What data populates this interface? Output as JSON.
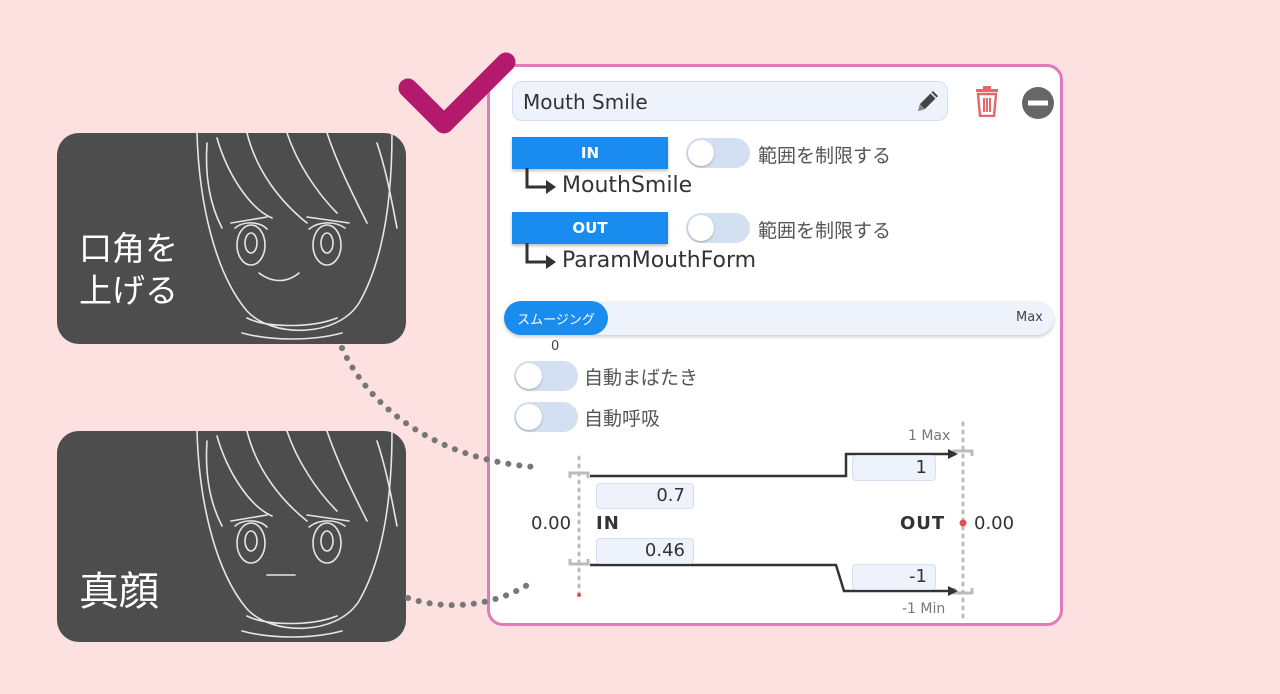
{
  "cards": {
    "smile_label": "口角を\n上げる",
    "neutral_label": "真顔"
  },
  "panel": {
    "name": "Mouth Smile",
    "in_tag": "IN",
    "out_tag": "OUT",
    "in_param": "MouthSmile",
    "out_param": "ParamMouthForm",
    "limit_label_in": "範囲を制限する",
    "limit_label_out": "範囲を制限する",
    "smoothing_label": "スムージング",
    "smoothing_max": "Max",
    "smoothing_value": "0",
    "auto_blink_label": "自動まばたき",
    "auto_breath_label": "自動呼吸",
    "toggles": {
      "limit_in": false,
      "limit_out": false,
      "auto_blink": false,
      "auto_breath": false
    },
    "graph": {
      "in_label": "IN",
      "out_label": "OUT",
      "in_value": "0.00",
      "out_value": "0.00",
      "in_upper": "0.7",
      "in_lower": "0.46",
      "out_upper": "1",
      "out_lower": "-1",
      "max_label": "1 Max",
      "min_label": "-1 Min"
    }
  },
  "colors": {
    "accent": "#1a8cf0",
    "panel_border": "#e07ab8",
    "check": "#b3196d",
    "trash": "#e8666a",
    "background": "#fde1e1",
    "card": "#4d4d4d"
  },
  "icons": [
    "checkmark-icon",
    "pencil-icon",
    "trash-icon",
    "minus-circle-icon",
    "elbow-arrow-icon"
  ]
}
